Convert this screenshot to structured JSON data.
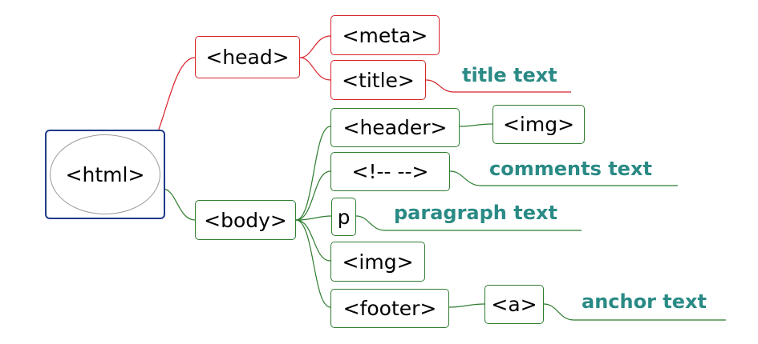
{
  "root": {
    "label": "<html>"
  },
  "branches": {
    "head": {
      "label": "<head>",
      "meta": {
        "label": "<meta>"
      },
      "title": {
        "label": "<title>",
        "text": "title text"
      }
    },
    "body": {
      "label": "<body>",
      "header": {
        "label": "<header>",
        "img": {
          "label": "<img>"
        }
      },
      "comment": {
        "label": "<!-- -->",
        "text": "comments text"
      },
      "p": {
        "label": "p",
        "text": "paragraph text"
      },
      "img": {
        "label": "<img>"
      },
      "footer": {
        "label": "<footer>",
        "a": {
          "label": "<a>",
          "text": "anchor text"
        }
      }
    }
  },
  "colors": {
    "head_branch": "#d8232a",
    "body_branch": "#2f7d2f",
    "root_border": "#1f3a8a",
    "leaf_text": "#2a8a85"
  }
}
